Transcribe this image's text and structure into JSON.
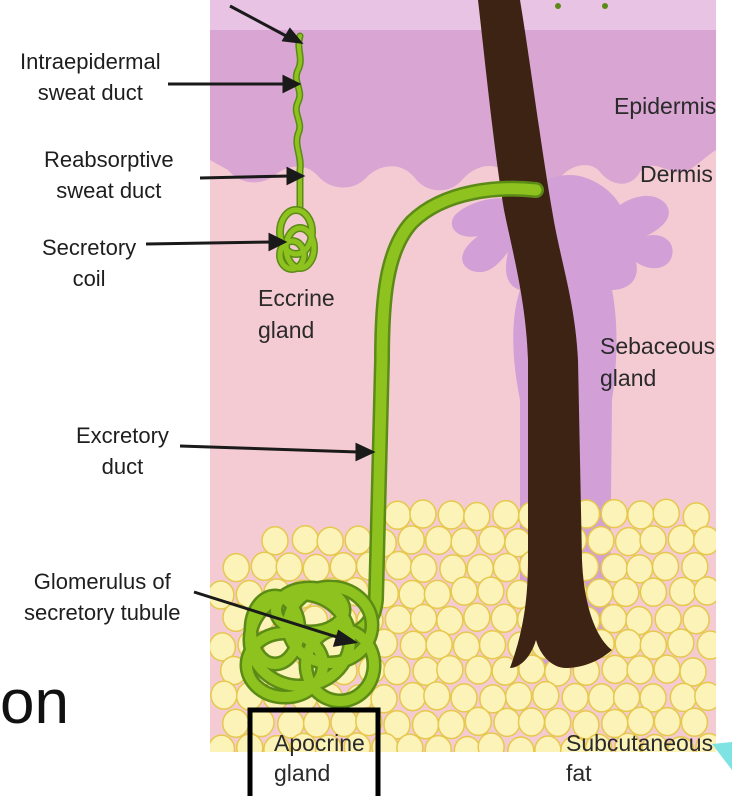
{
  "diagram": {
    "labels": {
      "intraepidermal": [
        "Intraepidermal",
        "sweat duct"
      ],
      "reabsorptive": [
        "Reabsorptive",
        "sweat duct"
      ],
      "secretory_coil": [
        "Secretory",
        "coil"
      ],
      "eccrine_gland": [
        "Eccrine",
        "gland"
      ],
      "excretory_duct": [
        "Excretory",
        "duct"
      ],
      "glomerulus": [
        "Glomerulus of",
        "secretory tubule"
      ],
      "apocrine_gland": [
        "Apocrine",
        "gland"
      ],
      "epidermis": "Epidermis",
      "dermis": "Dermis",
      "sebaceous_gland": [
        "Sebaceous",
        "gland"
      ],
      "subcutaneous_fat": [
        "Subcutaneous",
        "fat"
      ]
    }
  },
  "slide_text_fragment": "on",
  "colors": {
    "epidermis": "#d9a5d2",
    "dermis": "#f5cbd3",
    "fat_fill": "#fcf3b8",
    "fat_edge": "#e6c84e",
    "gland_green": "#8dc21f",
    "gland_dark": "#5b8a16",
    "hair": "#3d2314",
    "sebaceous": "#d2a0d6",
    "highlight_box": "#000000",
    "accent_corner": "#7fe3e4"
  }
}
